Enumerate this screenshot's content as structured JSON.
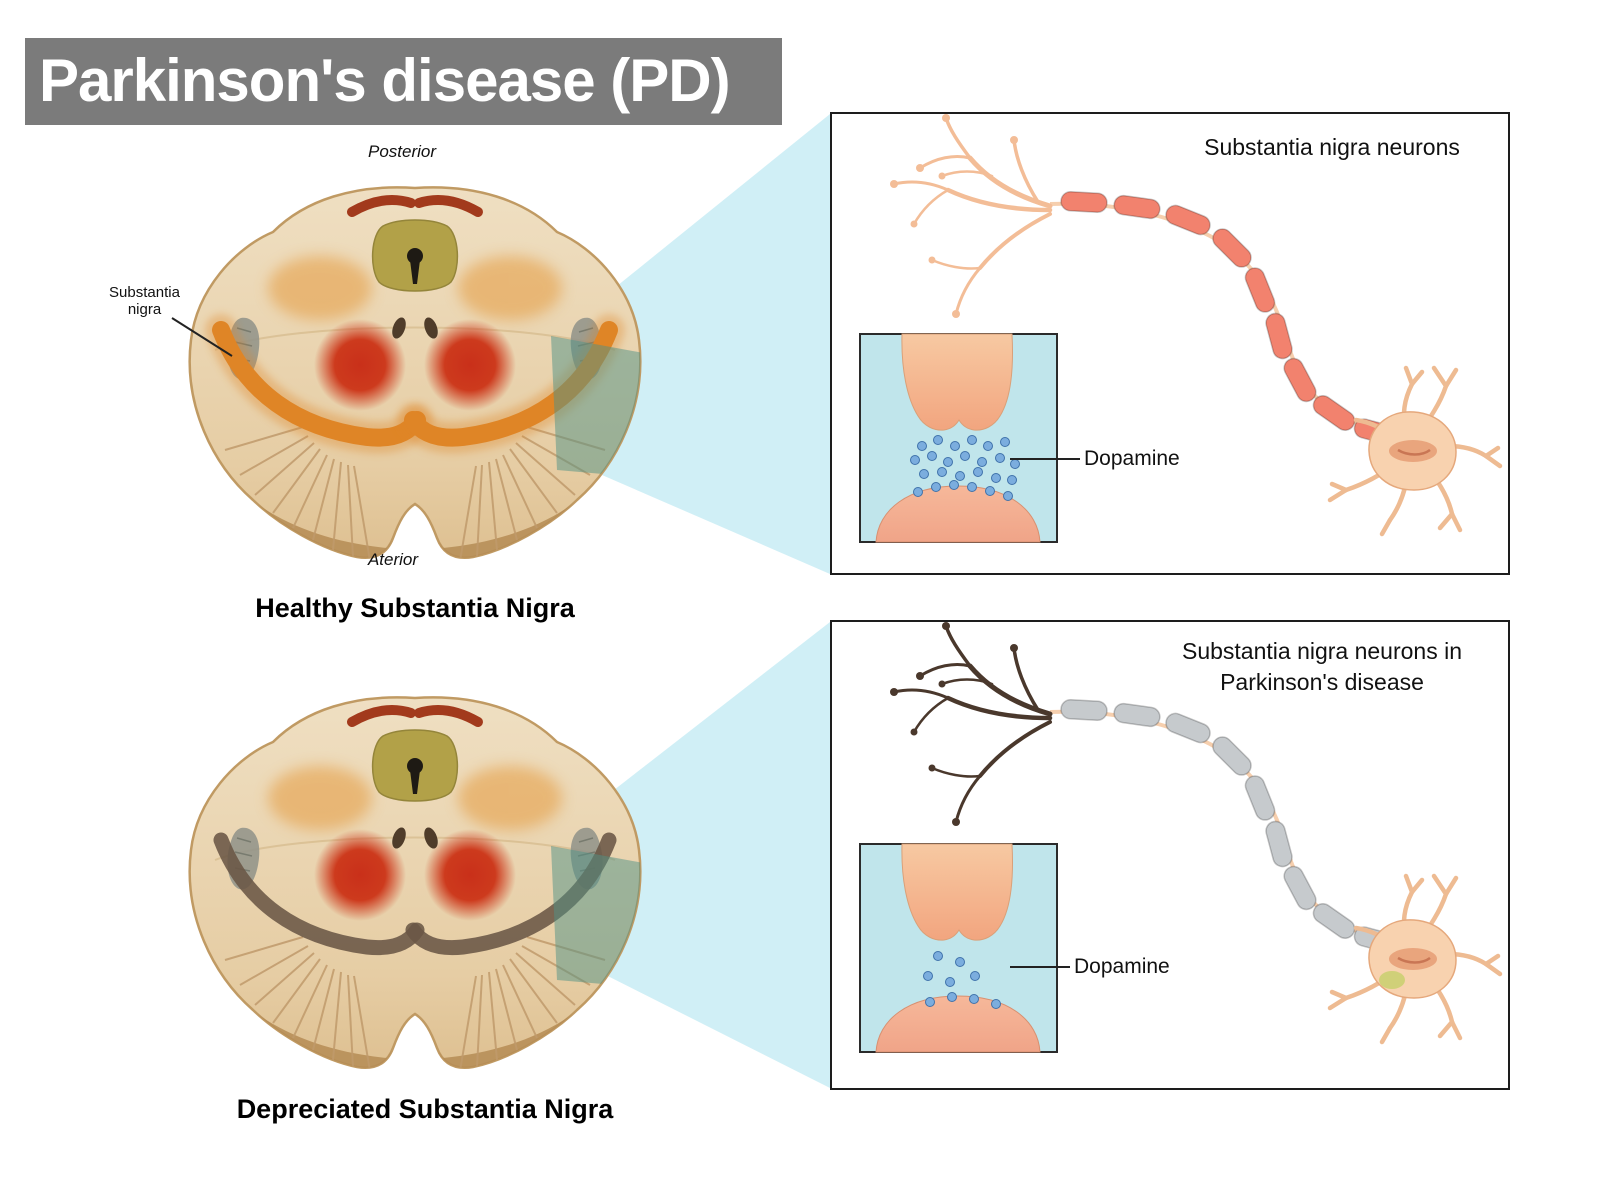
{
  "title_banner": {
    "text": "Parkinson's disease (PD)"
  },
  "brain_sections": {
    "healthy": {
      "posterior_label": "Posterior",
      "anterior_label": "Aterior",
      "pointer_label": "Substantia nigra",
      "caption": "Healthy Substantia Nigra"
    },
    "diseased": {
      "caption": "Depreciated Substantia Nigra"
    }
  },
  "neuron_panels": {
    "healthy": {
      "title": "Substantia nigra neurons",
      "dopamine_label": "Dopamine",
      "vesicle_dot_count": 25
    },
    "diseased": {
      "title_line1": "Substantia nigra neurons in",
      "title_line2": "Parkinson's disease",
      "dopamine_label": "Dopamine",
      "vesicle_dot_count": 9
    }
  },
  "colors": {
    "banner_bg": "#7b7b7b",
    "banner_text": "#ffffff",
    "beam": "#cdeef5",
    "beam_overlap": "#4f9286",
    "sn_healthy": "#df8526",
    "sn_pd": "#6a5745",
    "dopamine_dot": "#7badde",
    "dopamine_dot_edge": "#3f72ab",
    "myelin_healthy": "#f2826e",
    "myelin_pd": "#c6cacd",
    "dendrite_healthy": "#f3bd97",
    "dendrite_pd": "#4a382c",
    "panel_border": "#1d1d1d",
    "red_nucleus": "#cd3a1d"
  }
}
